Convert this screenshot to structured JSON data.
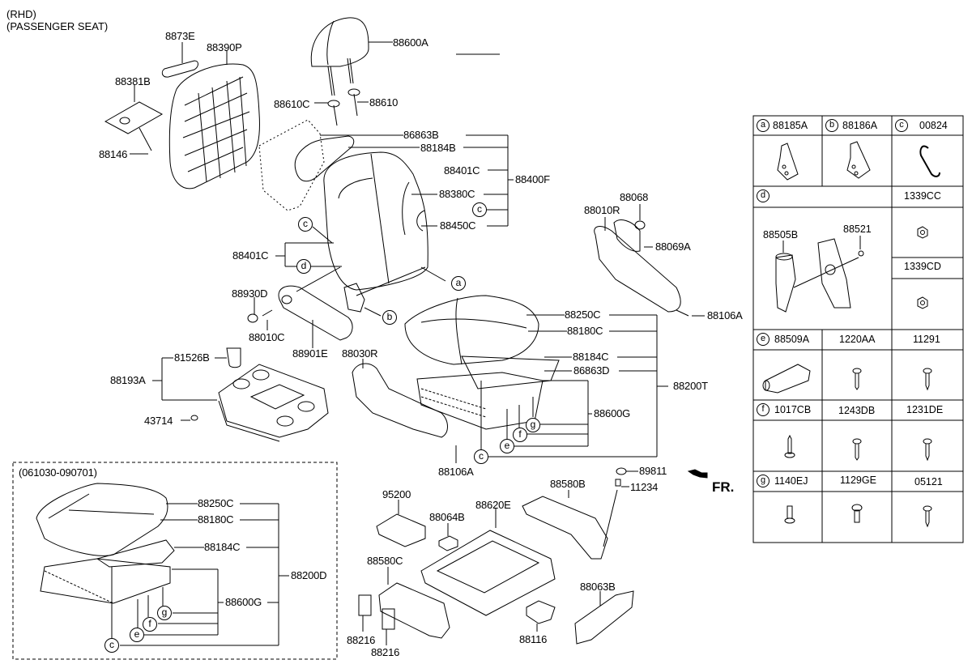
{
  "header": {
    "line1": "(RHD)",
    "line2": "(PASSENGER SEAT)"
  },
  "direction_indicator": {
    "label": "FR.",
    "icon": "arrow-front-icon"
  },
  "variant_box": {
    "title": "(061030-090701)",
    "parts": [
      "88250C",
      "88180C",
      "88184C",
      "88600G",
      "88200D"
    ],
    "refs": [
      "c",
      "e",
      "f",
      "g"
    ]
  },
  "callouts": {
    "p8873E": "8873E",
    "p88390P": "88390P",
    "p88381B": "88381B",
    "p88146": "88146",
    "p88600A": "88600A",
    "p88610C": "88610C",
    "p88610": "88610",
    "p86863B": "86863B",
    "p88184B": "88184B",
    "p88401C_top": "88401C",
    "p88400F": "88400F",
    "p88380C": "88380C",
    "p88450C": "88450C",
    "p88401C_left": "88401C",
    "p88930D": "88930D",
    "p88010C": "88010C",
    "p88901E": "88901E",
    "p88030R": "88030R",
    "p81526B": "81526B",
    "p88193A": "88193A",
    "p43714": "43714",
    "p88068": "88068",
    "p88010R": "88010R",
    "p88069A": "88069A",
    "p88106A_right": "88106A",
    "p88250C": "88250C",
    "p88180C": "88180C",
    "p88184C": "88184C",
    "p86863D": "86863D",
    "p88200T": "88200T",
    "p88600G": "88600G",
    "p88106A_bottom": "88106A",
    "p89811": "89811",
    "p11234": "11234",
    "p88580B": "88580B",
    "p95200": "95200",
    "p88064B": "88064B",
    "p88620E": "88620E",
    "p88580C": "88580C",
    "p88063B": "88063B",
    "p88216_a": "88216",
    "p88216_b": "88216",
    "p88116": "88116"
  },
  "ref_letters": {
    "a": "a",
    "b": "b",
    "c": "c",
    "d": "d",
    "e": "e",
    "f": "f",
    "g": "g"
  },
  "legend_table": {
    "rows": [
      {
        "cells": [
          {
            "ref": "a",
            "part": "88185A",
            "icon": "bracket-icon"
          },
          {
            "ref": "b",
            "part": "88186A",
            "icon": "bracket-icon"
          },
          {
            "ref": "c",
            "part": "00824",
            "icon": "hook-clip-icon"
          }
        ]
      },
      {
        "ref": "d",
        "parts": [
          "88505B",
          "88521"
        ],
        "icon": "motor-assembly-icon",
        "side": [
          {
            "part": "1339CC",
            "icon": "nut-icon"
          },
          {
            "part": "1339CD",
            "icon": "nut-icon"
          }
        ]
      },
      {
        "cells": [
          {
            "ref": "e",
            "part": "88509A",
            "icon": "motor-icon"
          },
          {
            "ref": "",
            "part": "1220AA",
            "icon": "screw-icon"
          },
          {
            "ref": "",
            "part": "11291",
            "icon": "screw-icon"
          }
        ]
      },
      {
        "cells": [
          {
            "ref": "f",
            "part": "1017CB",
            "icon": "bolt-icon"
          },
          {
            "ref": "",
            "part": "1243DB",
            "icon": "screw-icon"
          },
          {
            "ref": "",
            "part": "1231DE",
            "icon": "screw-icon"
          }
        ]
      },
      {
        "cells": [
          {
            "ref": "g",
            "part": "1140EJ",
            "icon": "flange-bolt-icon"
          },
          {
            "ref": "",
            "part": "1129GE",
            "icon": "flange-bolt-icon"
          },
          {
            "ref": "",
            "part": "05121",
            "icon": "screw-icon"
          }
        ]
      }
    ]
  }
}
